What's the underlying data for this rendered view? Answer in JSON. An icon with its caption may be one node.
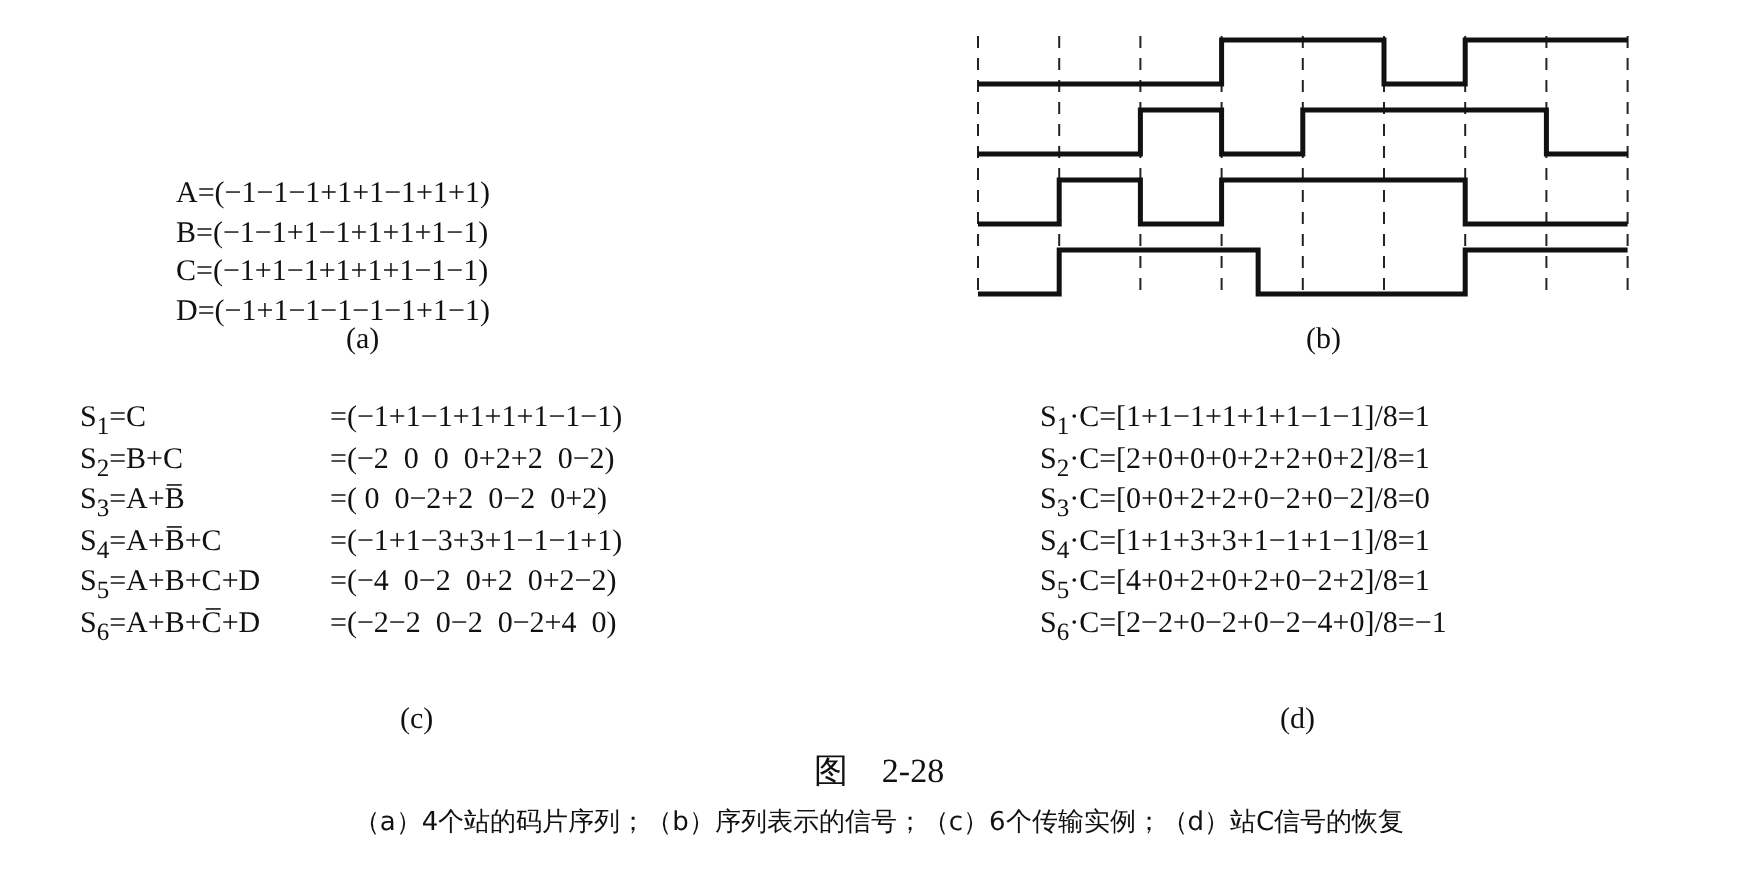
{
  "diagram": {
    "title": "图　2-28",
    "caption": "（a）4个站的码片序列；（b）序列表示的信号；（c）6个传输实例；（d）站C信号的恢复",
    "labels": [
      "A=(−1−1−1+1+1−1+1+1)",
      "B=(−1−1+1−1+1+1+1−1)",
      "C=(−1+1−1+1+1+1−1−1)",
      "D=(−1+1−1−1−1−1+1−1)",
      "(a)",
      "(b)",
      "S$_{1}$=C",
      "=(−1+1−1+1+1+1−1−1)",
      "S$_{2}$=B+C",
      "=(−2  0  0  0+2+2  0−2)",
      "S$_{3}$=A+B̅",
      "=( 0  0−2+2  0−2  0+2)",
      "S$_{4}$=A+B̅+C",
      "=(−1+1−3+3+1−1−1+1)",
      "S$_{5}$=A+B+C+D",
      "=(−4  0−2  0+2  0+2−2)",
      "S$_{6}$=A+B+C̅+D",
      "=(−2−2  0−2  0−2+4  0)",
      "(c)",
      "S$_{1}$·C=[1+1−1+1+1+1−1−1]/8=1",
      "S$_{2}$·C=[2+0+0+0+2+2+0+2]/8=1",
      "S$_{3}$·C=[0+0+2+2+0−2+0−2]/8=0",
      "S$_{4}$·C=[1+1+3+3+1−1+1−1]/8=1",
      "S$_{5}$·C=[4+0+2+0+2+0−2+2]/8=1",
      "S$_{6}$·C=[2−2+0−2+0−2−4+0]/8=−1",
      "(d)"
    ]
  }
}
